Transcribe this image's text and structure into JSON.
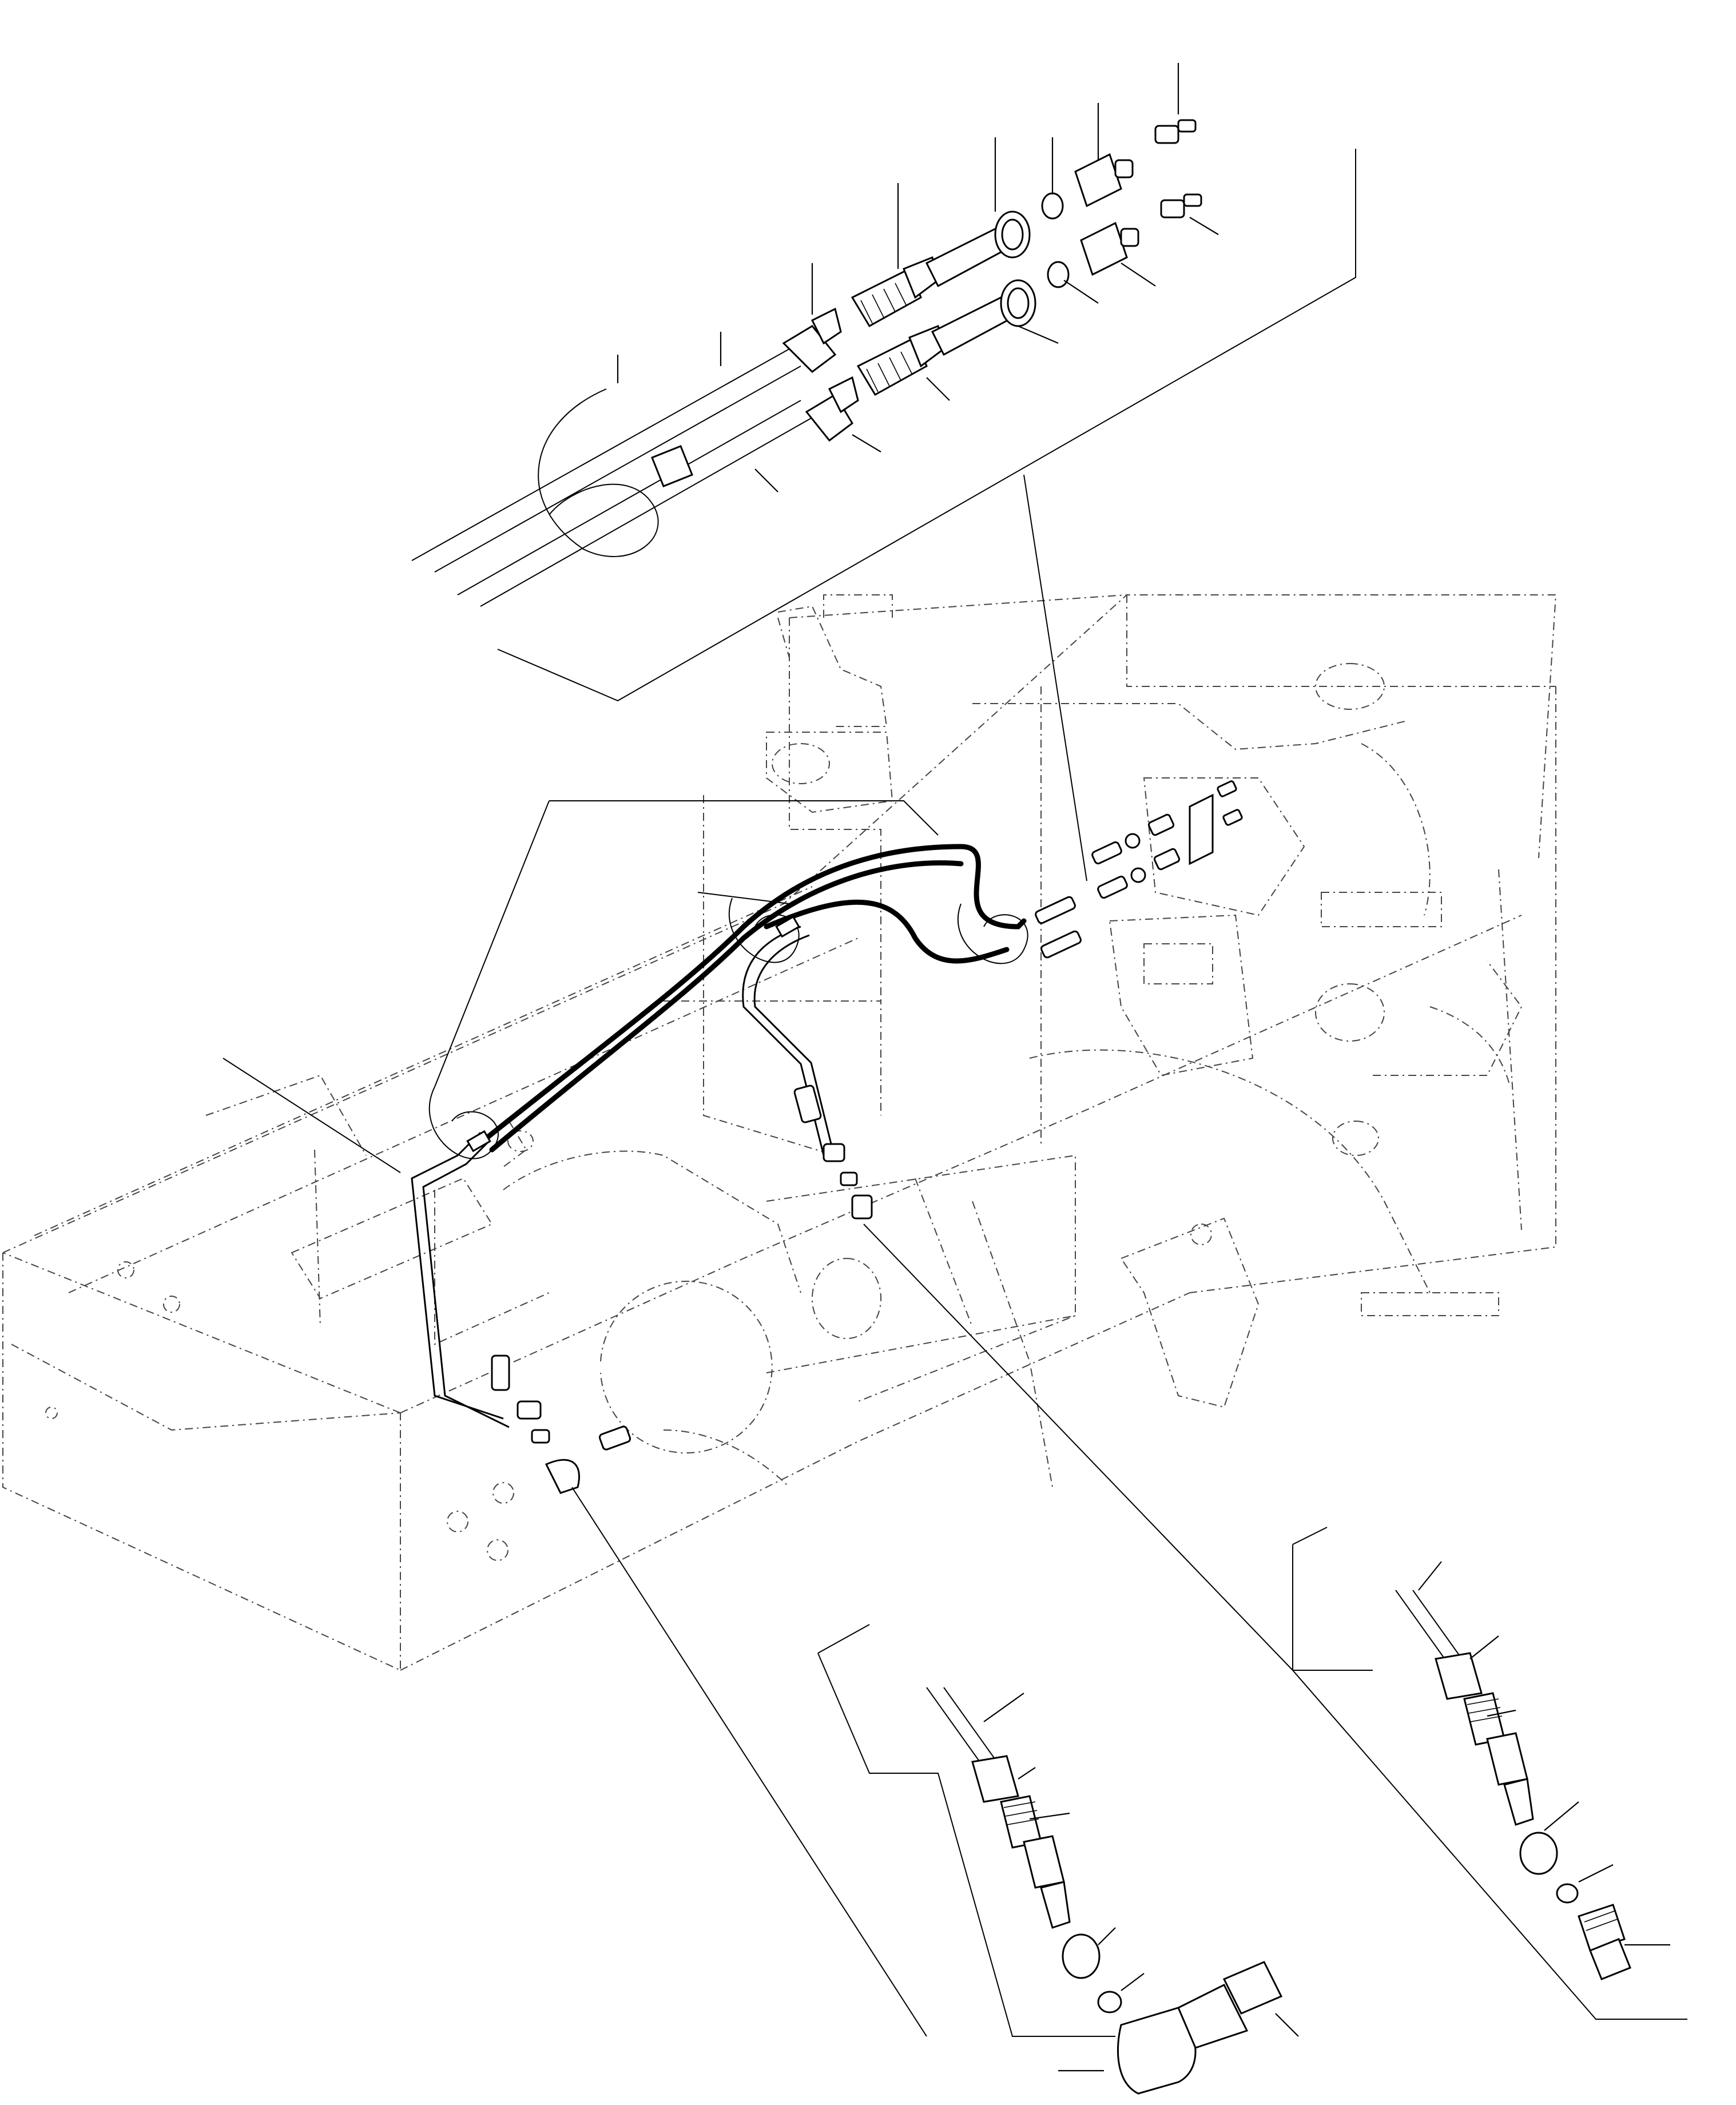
{
  "diagram": {
    "type": "exploded-parts-illustration",
    "subject": "",
    "callouts_have_numbers": false,
    "detail_views": [
      "upper-hose-fittings-detail",
      "lower-left-elbow-fitting-detail",
      "lower-right-straight-fitting-detail"
    ],
    "colors": {
      "line": "#000000",
      "hidden": "#444444",
      "background": "#ffffff"
    }
  }
}
